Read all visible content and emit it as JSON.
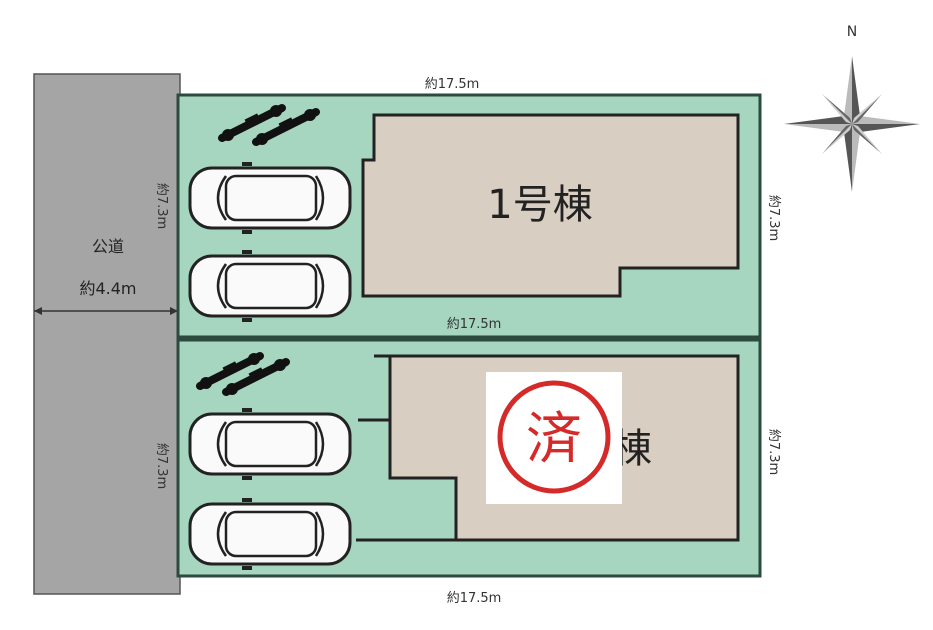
{
  "compass": {
    "north_label": "N"
  },
  "road": {
    "name": "公道",
    "width": "約4.4m"
  },
  "lot1": {
    "house_label": "1号棟",
    "top_width": "約17.5m",
    "bottom_width": "約17.5m",
    "left_depth": "約7.3m",
    "right_depth": "約7.3m"
  },
  "lot2": {
    "house_label_partial": "棟",
    "bottom_width": "約17.5m",
    "left_depth": "約7.3m",
    "right_depth": "約7.3m",
    "sold_stamp": "済"
  },
  "colors": {
    "lot_fill": "#a6d6c0",
    "lot_stroke": "#2c4a3e",
    "house_fill": "#d9cec2",
    "road_fill": "#a5a5a5",
    "stamp_red": "#d42a2a"
  }
}
